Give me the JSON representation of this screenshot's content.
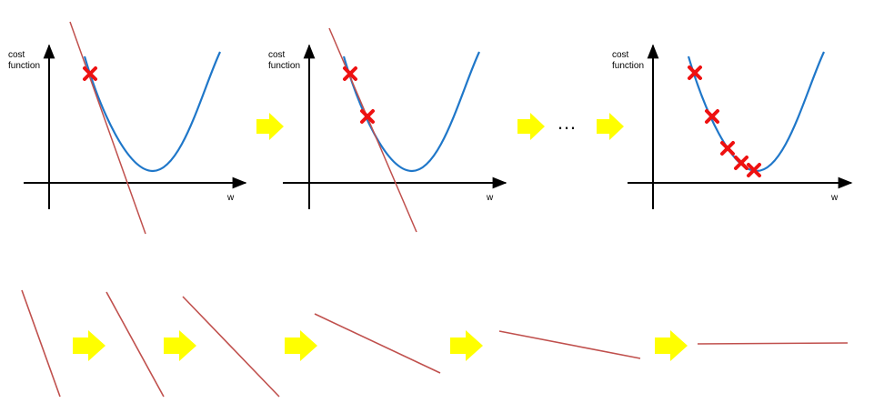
{
  "colors": {
    "curve": "#1f77c9",
    "tangent": "#c0504d",
    "marker": "#ee1111",
    "arrow": "#ffff00",
    "axis": "#000000",
    "background": "#ffffff"
  },
  "icons": {
    "step_arrow": "right-block-arrow-icon",
    "marker": "x-marker-icon"
  },
  "plots": [
    {
      "ylabel_line1": "cost",
      "ylabel_line2": "function",
      "xlabel": "w"
    },
    {
      "ylabel_line1": "cost",
      "ylabel_line2": "function",
      "xlabel": "w"
    },
    {
      "ylabel_line1": "cost",
      "ylabel_line2": "function",
      "xlabel": "w"
    }
  ],
  "ellipsis": "…"
}
